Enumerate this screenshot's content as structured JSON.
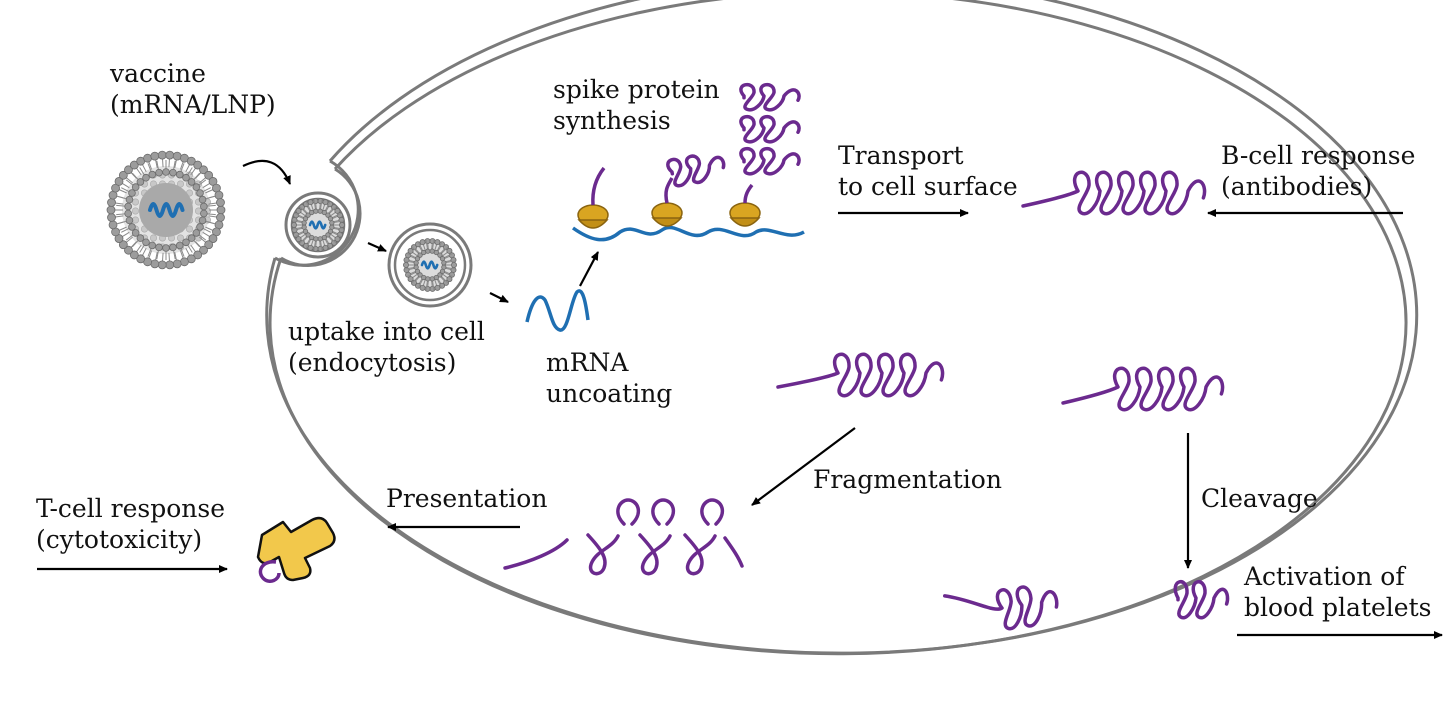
{
  "labels": {
    "vaccine": [
      "vaccine",
      "(mRNA/LNP)"
    ],
    "uptake": [
      "uptake into cell",
      "(endocytosis)"
    ],
    "uncoating": [
      "mRNA",
      "uncoating"
    ],
    "synthesis": [
      "spike protein",
      "synthesis"
    ],
    "transport": [
      "Transport",
      "to cell surface"
    ],
    "bcell": [
      "B-cell response",
      "(antibodies)"
    ],
    "fragmentation": "Fragmentation",
    "presentation": "Presentation",
    "tcell": [
      "T-cell response",
      "(cytotoxicity)"
    ],
    "cleavage": "Cleavage",
    "activation": [
      "Activation of",
      "blood platelets"
    ]
  },
  "colors": {
    "membrane": "#7a7a7a",
    "mrna": "#1f6fb2",
    "spike_protein": "#6b2a8e",
    "ribosome": "#d9a521",
    "mhc_receptor": "#f2c84b",
    "arrow": "#000000"
  },
  "icons": [
    "lipid-nanoparticle-icon",
    "endosome-icon",
    "ribosome-icon",
    "spike-protein-icon",
    "mhc-receptor-icon"
  ]
}
